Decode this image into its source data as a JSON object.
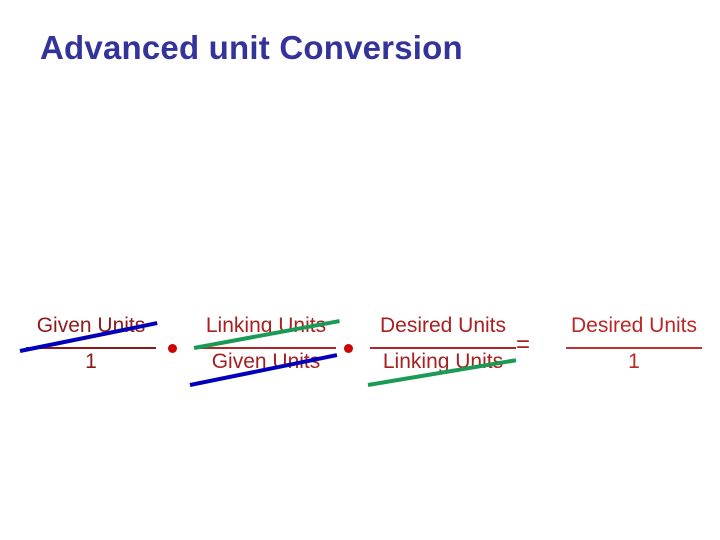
{
  "slide": {
    "title": "Advanced unit Conversion",
    "background_color": "#ffffff",
    "title_color": "#333399"
  },
  "equation": {
    "operators": {
      "multiply_1": "•",
      "multiply_2": "•",
      "equals": "=",
      "multiply_color": "#cc0000"
    },
    "fractions": [
      {
        "id": "given-over-one",
        "numerator": "Given Units",
        "denominator": "1",
        "color": "#8b1a1a",
        "numerator_strike": "blue",
        "denominator_strike": "none"
      },
      {
        "id": "linking-over-given",
        "numerator": "Linking Units",
        "denominator": "Given Units",
        "color": "#a81f1f",
        "numerator_strike": "green",
        "denominator_strike": "blue"
      },
      {
        "id": "desired-over-linking",
        "numerator": "Desired Units",
        "denominator": "Linking Units",
        "color": "#a81f1f",
        "numerator_strike": "none",
        "denominator_strike": "green"
      },
      {
        "id": "desired-over-one",
        "numerator": "Desired Units",
        "denominator": "1",
        "color": "#bb2626",
        "numerator_strike": "none",
        "denominator_strike": "none"
      }
    ],
    "strike_colors": {
      "blue": "#0000bb",
      "green": "#1a9a55"
    }
  }
}
